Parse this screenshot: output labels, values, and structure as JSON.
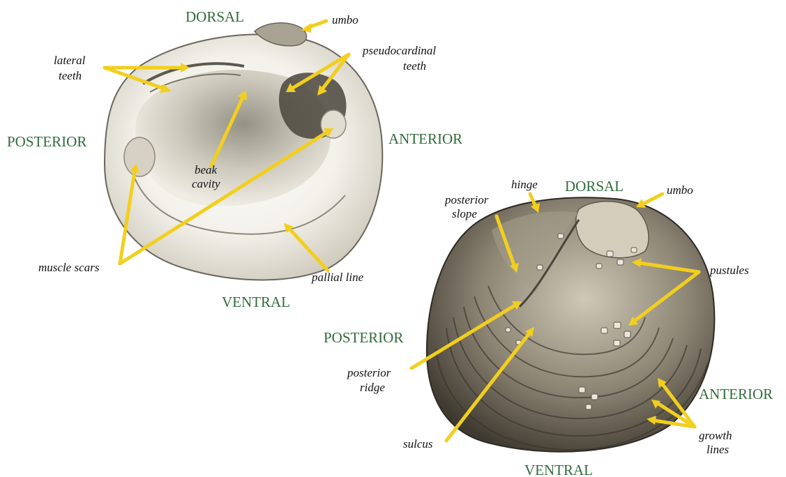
{
  "colors": {
    "direction_text": "#2f6b3a",
    "annotation_arrow": "#f2cf1e",
    "label_text": "#111111",
    "shell_interior_light": "#f1eee4",
    "shell_exterior_dark": "#5a5347"
  },
  "interior_view": {
    "directions": {
      "dorsal": "DORSAL",
      "posterior": "POSTERIOR",
      "anterior": "ANTERIOR",
      "ventral": "VENTRAL"
    },
    "labels": {
      "umbo": "umbo",
      "lateral_teeth_1": "lateral",
      "lateral_teeth_2": "teeth",
      "pseudocardinal_teeth_1": "pseudocardinal",
      "pseudocardinal_teeth_2": "teeth",
      "beak_cavity_1": "beak",
      "beak_cavity_2": "cavity",
      "muscle_scars": "muscle scars",
      "pallial_line": "pallial line"
    }
  },
  "exterior_view": {
    "directions": {
      "dorsal": "DORSAL",
      "posterior": "POSTERIOR",
      "anterior": "ANTERIOR",
      "ventral": "VENTRAL"
    },
    "labels": {
      "hinge": "hinge",
      "umbo": "umbo",
      "posterior_slope_1": "posterior",
      "posterior_slope_2": "slope",
      "pustules": "pustules",
      "posterior_ridge_1": "posterior",
      "posterior_ridge_2": "ridge",
      "sulcus": "sulcus",
      "growth_lines_1": "growth",
      "growth_lines_2": "lines"
    }
  }
}
